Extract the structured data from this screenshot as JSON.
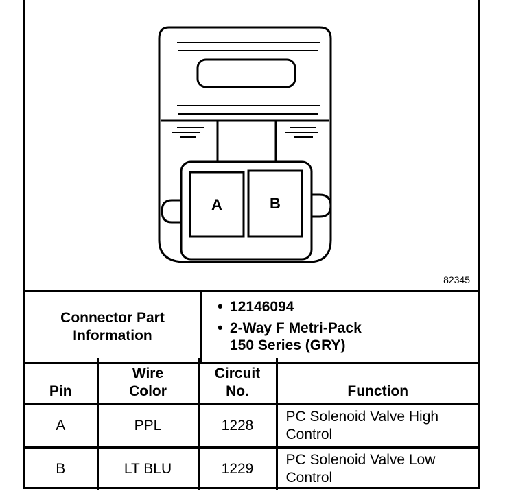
{
  "connector": {
    "cavity_labels": [
      "A",
      "B"
    ],
    "figure_number": "82345"
  },
  "part_info": {
    "heading": "Connector Part Information",
    "bullets": [
      "12146094",
      "2-Way F Metri-Pack 150 Series (GRY)"
    ]
  },
  "pin_table": {
    "headers": {
      "pin": "Pin",
      "wire_color": "Wire Color",
      "circuit_no": "Circuit No.",
      "function": "Function"
    },
    "rows": [
      {
        "pin": "A",
        "wire_color": "PPL",
        "circuit": "1228",
        "function": "PC Solenoid Valve High Control"
      },
      {
        "pin": "B",
        "wire_color": "LT BLU",
        "circuit": "1229",
        "function": "PC Solenoid Valve Low Control"
      }
    ]
  }
}
